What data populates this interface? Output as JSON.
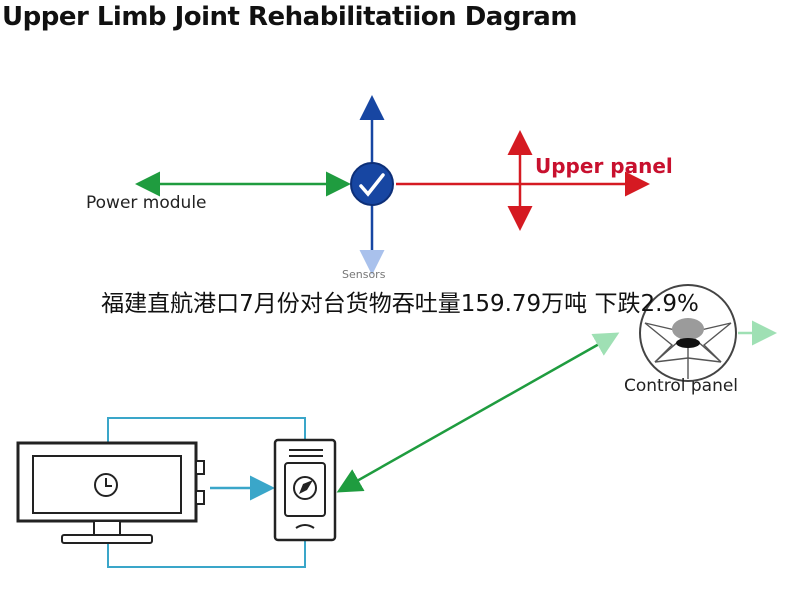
{
  "title": "Upper Limb Joint Rehabilitatiion Dagram",
  "labels": {
    "power_module": "Power module",
    "upper_panel": "Upper panel",
    "control_panel": "Control panel",
    "sensor": "Sensors"
  },
  "overlay_caption": "福建直航港口7月份对台货物吞吐量159.79万吨 下跌2.9%",
  "colors": {
    "green": "#1f9c3f",
    "blue": "#1746a2",
    "red": "#d51a22",
    "teal": "#3aa6c9",
    "dark": "#222222"
  },
  "icons": [
    "checkmark-icon",
    "clock-icon",
    "compass-icon",
    "gauge-icon"
  ]
}
